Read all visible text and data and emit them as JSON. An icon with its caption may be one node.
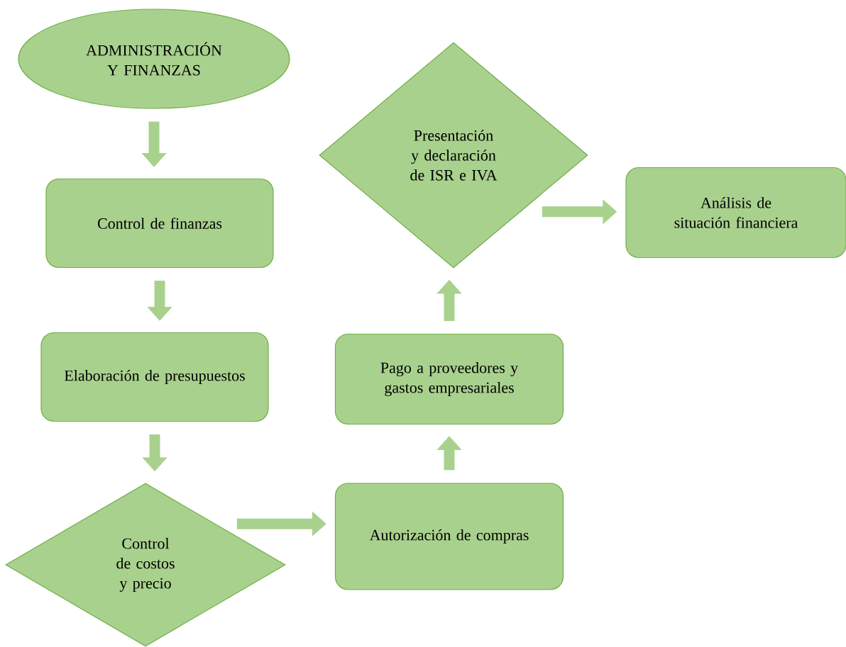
{
  "diagram": {
    "nodes": [
      {
        "text": [
          "ADMINISTRACIÓN Y FINANZAS"
        ]
      },
      {
        "text": [
          "Control de finanzas"
        ]
      },
      {
        "text": [
          "Elaboración de presupuestos"
        ]
      },
      {
        "text": [
          "Control de costos y precio"
        ]
      },
      {
        "text": [
          "Autorización de compras"
        ]
      },
      {
        "text": [
          "Pago a proveedores y gastos empresariales"
        ]
      },
      {
        "text": [
          "Presentación y declaración de ISR e IVA"
        ]
      },
      {
        "text": [
          "Análisis de situación financiera"
        ]
      }
    ],
    "edges": [
      {
        "from": 0,
        "to": 1,
        "arrow": "to"
      },
      {
        "from": 1,
        "to": 2,
        "arrow": "to"
      },
      {
        "from": 2,
        "to": 3,
        "arrow": "to"
      },
      {
        "from": 3,
        "to": 4,
        "arrow": "to"
      },
      {
        "from": 4,
        "to": 5,
        "arrow": "to"
      },
      {
        "from": 5,
        "to": 6,
        "arrow": "to"
      },
      {
        "from": 6,
        "to": 7,
        "arrow": "to"
      }
    ]
  }
}
